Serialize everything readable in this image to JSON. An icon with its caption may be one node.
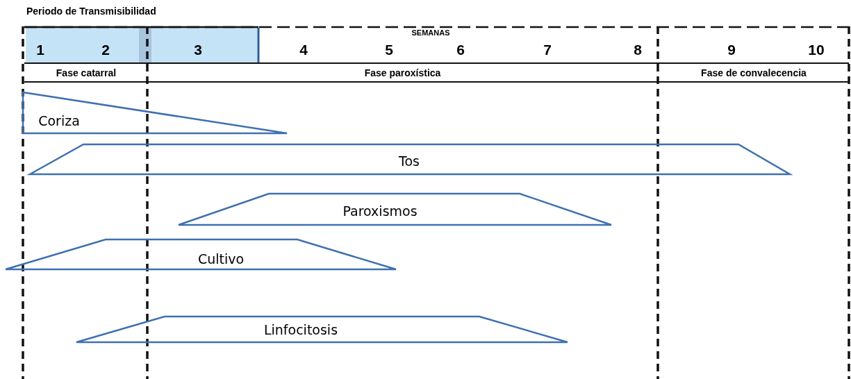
{
  "diagram": {
    "title": "Periodo de Transmisibilidad",
    "nodes": [
      {
        "text": [
          "Fase catarral"
        ]
      },
      {
        "text": [
          "Fase paroxística"
        ]
      },
      {
        "text": [
          "Fase de convalecencia"
        ]
      },
      {
        "text": [
          "Coriza"
        ]
      },
      {
        "text": [
          "Tos"
        ]
      },
      {
        "text": [
          "Paroxismos"
        ]
      },
      {
        "text": [
          "Cultivo"
        ]
      },
      {
        "text": [
          "Linfocitosis"
        ]
      }
    ],
    "labels": [
      "SEMANAS",
      "1",
      "2",
      "3",
      "4",
      "5",
      "6",
      "7",
      "8",
      "9",
      "10"
    ]
  }
}
